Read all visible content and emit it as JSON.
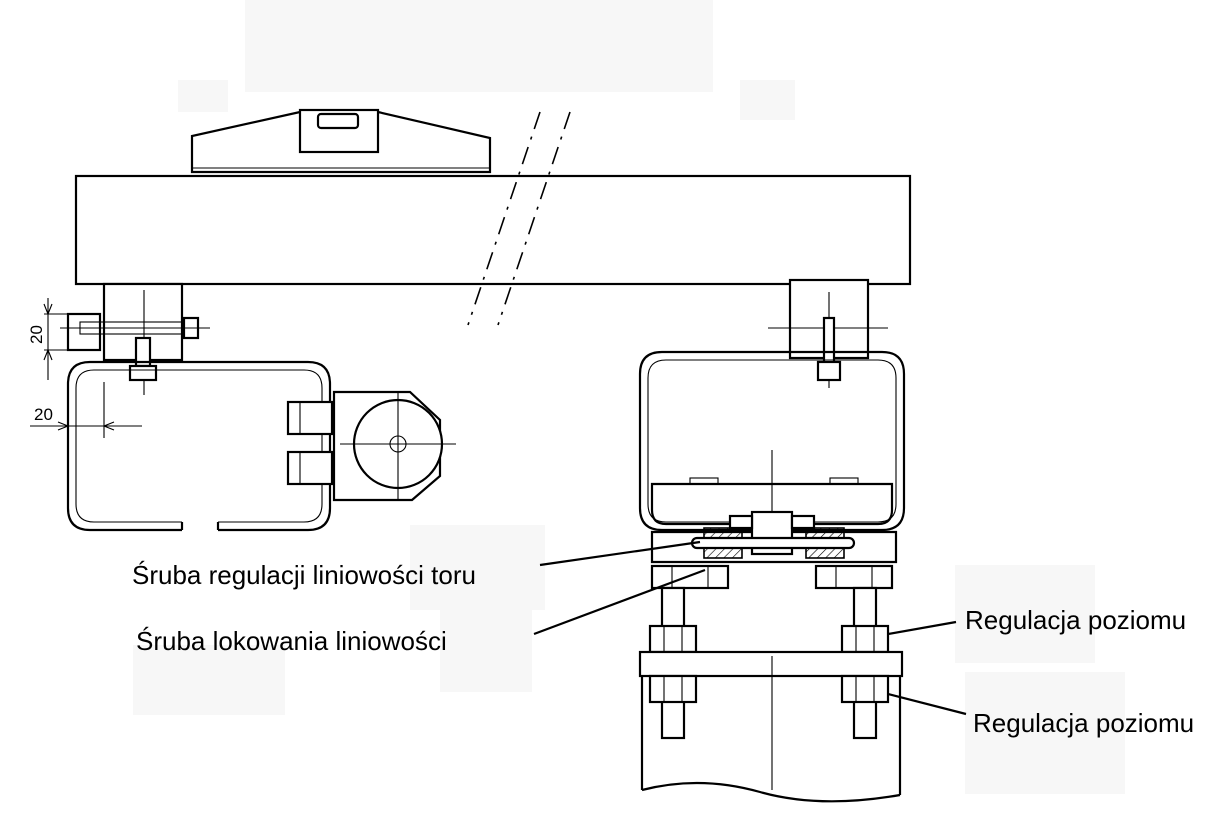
{
  "labels": {
    "track_linearity_bolt": "Śruba regulacji liniowości toru",
    "linearity_lock_bolt": "Śruba lokowania liniowości",
    "level_adjust_upper": "Regulacja poziomu",
    "level_adjust_lower": "Regulacja poziomu"
  },
  "dimensions": {
    "vertical_gap": "20",
    "horizontal_gap": "20"
  }
}
